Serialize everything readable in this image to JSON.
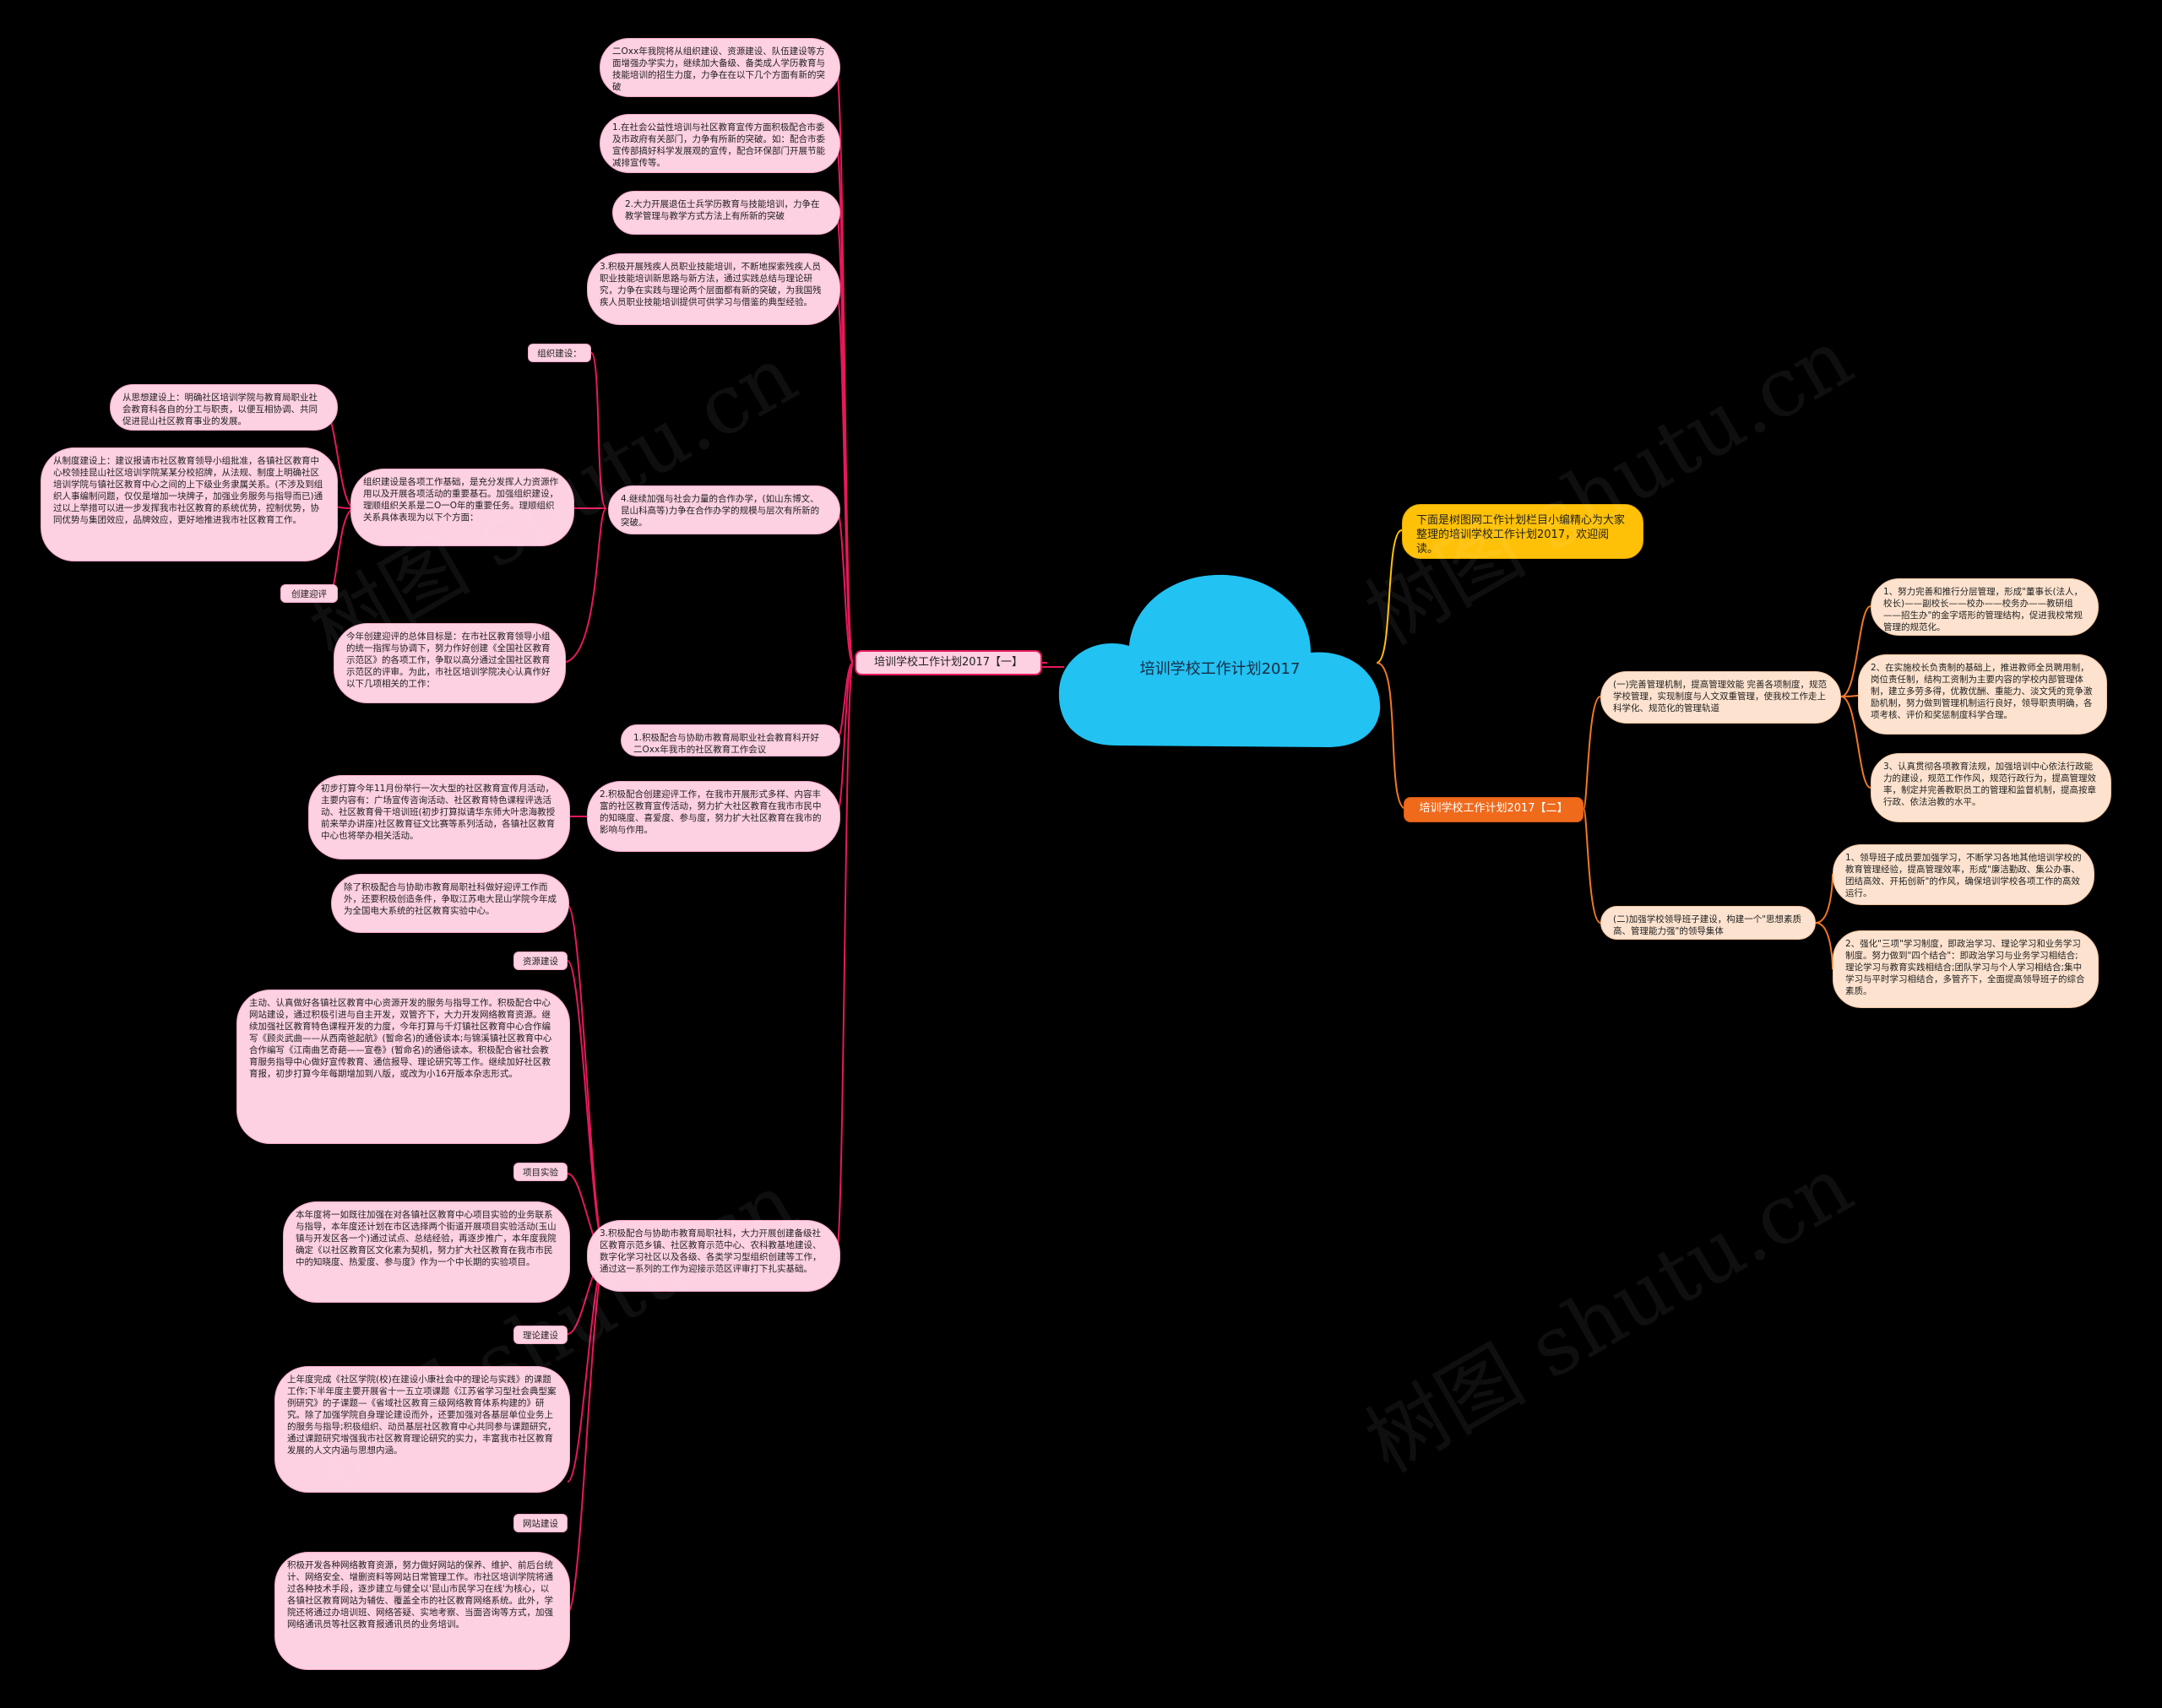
{
  "root": {
    "title": "培训学校工作计划2017"
  },
  "intro": "下面是树图网工作计划栏目小编精心为大家整理的培训学校工作计划2017，欢迎阅读。",
  "branch1": {
    "label": "培训学校工作计划2017【一】",
    "items": {
      "t0": "二Oxx年我院将从组织建设、资源建设、队伍建设等方面增强办学实力，继续加大备级、备类成人学历教育与技能培训的招生力度，力争在在以下几个方面有新的突破",
      "t1": "1.在社会公益性培训与社区教育宣传方面积极配合市委及市政府有关部门，力争有所新的突破。如：配合市委宣传部搞好科学发展观的宣传，配合环保部门开展节能减排宣传等。",
      "t2": "2.大力开展退伍士兵学历教育与技能培训，力争在教学管理与教学方式方法上有所新的突破",
      "t3": "3.积极开展残疾人员职业技能培训，不断地探索残疾人员职业技能培训新思路与新方法，通过实践总结与理论研究，力争在实践与理论两个层面都有新的突破，为我国残疾人员职业技能培训提供可供学习与借鉴的典型经验。",
      "t4": "4.继续加强与社会力量的合作办学，(如山东博文、昆山科高等)力争在合作办学的规模与层次有所新的突破。",
      "org_label": "组织建设：",
      "org_text": "组织建设是各项工作基础，是充分发挥人力资源作用以及开展各项活动的重要基石。加强组织建设，理顺组织关系是二O一O年的重要任务。理顺组织关系具体表现为以下个方面：",
      "org_a": "从思想建设上：明确社区培训学院与教育局职业社会教育科各自的分工与职责，以便互相协调、共同促进昆山社区教育事业的发展。",
      "org_b": "从制度建设上：建议报请市社区教育领导小组批准，各镇社区教育中心校领挂昆山社区培训学院某某分校招牌，从法规、制度上明确社区培训学院与镇社区教育中心之间的上下级业务隶属关系。(不涉及到组织人事编制问题，仅仅是增加一块牌子，加强业务服务与指导而已)通过以上举措可以进一步发挥我市社区教育的系统优势，控制优势，协同优势与集团效应，品牌效应，更好地推进我市社区教育工作。",
      "create_label": "创建迎评",
      "create_text": "今年创建迎评的总体目标是：在市社区教育领导小组的统一指挥与协调下，努力作好创建《全国社区教育示范区》的各项工作，争取以高分通过全国社区教育示范区的评审。为此，市社区培训学院决心认真作好以下几项相关的工作：",
      "c1": "1.积极配合与协助市教育局职业社会教育科开好二Oxx年我市的社区教育工作会议",
      "c2": "2.积极配合创建迎评工作，在我市开展形式多样、内容丰富的社区教育宣传活动，努力扩大社区教育在我市市民中的知晓度、喜爱度、参与度，努力扩大社区教育在我市的影响与作用。",
      "c2_sub": "初步打算今年11月份举行一次大型的社区教育宣传月活动，主要内容有：广场宣传咨询活动、社区教育特色课程评选活动、社区教育骨干培训班(初步打算拟请华东师大叶忠海教授前来举办讲座)社区教育征文比赛等系列活动，各镇社区教育中心也将举办相关活动。",
      "c3": "3.积极配合与协助市教育局职社科，大力开展创建备级社区教育示范乡镇、社区教育示范中心、农科教基地建设、数字化学习社区以及各级、各类学习型组织创建等工作，通过这一系列的工作为迎接示范区评审打下扎实基础。",
      "c3_top": "除了积极配合与协助市教育局职社科做好迎评工作而外，还要积极创造条件，争取江苏电大昆山学院今年成为全国电大系统的社区教育实验中心。",
      "res_label": "资源建设",
      "res_text": "主动、认真做好各镇社区教育中心资源开发的服务与指导工作。积极配合中心网站建设，通过积极引进与自主开发，双管齐下，大力开发网络教育资源。继续加强社区教育特色课程开发的力度，今年打算与千灯镇社区教育中心合作编写《顾炎武曲——从西南爸起航》(暂命名)的通俗读本;与锦溪镇社区教育中心合作编写《江南曲艺奇葩——宣卷》(暂命名)的通俗读本。积极配合省社会教育服务指导中心做好宣传教育、通信报导、理论研究等工作。继续加好社区教育报，初步打算今年每期增加到八版，或改为小16开版本杂志形式。",
      "proj_label": "项目实验",
      "proj_text": "本年度将一如既往加强在对各镇社区教育中心项目实验的业务联系与指导，本年度还计划在市区选择两个街道开展项目实验活动(玉山镇与开发区各一个)通过试点、总结经验，再逐步推广，本年度我院确定《以社区教育区文化素为契机，努力扩大社区教育在我市市民中的知晓度、热爱度、参与度》作为一个中长期的实验项目。",
      "theory_label": "理论建设",
      "theory_text": "上年度完成《社区学院(校)在建设小康社会中的理论与实践》的课题工作;下半年度主要开展省十一五立项课题《江苏省学习型社会典型案例研究》的子课题—《省域社区教育三级网络教育体系构建的》研究。除了加强学院自身理论建设而外，还要加强对各基层单位业务上的服务与指导;积极组织、动员基层社区教育中心共同参与课题研究，通过课题研究增强我市社区教育理论研究的实力，丰富我市社区教育发展的人文内涵与思想内涵。",
      "web_label": "网站建设",
      "web_text": "积极开发各种网络教育资源，努力做好网站的保养、维护、前后台统计、网络安全、增删资料等网站日常管理工作。市社区培训学院将通过各种技术手段，逐步建立与健全以'昆山市民学习在线'为核心，以各镇社区教育网站为辅佐、覆盖全市的社区教育网络系统。此外，学院还将通过办培训班、网络答疑、实地考察、当面咨询等方式，加强网络通讯员等社区教育报通讯员的业务培训。"
    }
  },
  "branch2": {
    "label": "培训学校工作计划2017【二】",
    "mid1": "(一)完善管理机制，提高管理效能 完善各项制度，规范学校管理，实现制度与人文双重管理，使我校工作走上科学化、规范化的管理轨道",
    "mid2": "(二)加强学校领导班子建设，构建一个\"思想素质高、管理能力强\"的领导集体",
    "r1": "1、努力完善和推行分层管理，形成\"董事长(法人，校长)——副校长——校办——校务办——教研组——招生办\"的金字塔形的管理结构，促进我校常规管理的规范化。",
    "r2": "2、在实施校长负责制的基础上，推进教师全员聘用制，岗位责任制，结构工资制为主要内容的学校内部管理体制，建立多劳多得，优教优酬、重能力、淡文凭的竞争激励机制，努力做到管理机制运行良好，领导职责明确，各项考核、评价和奖惩制度科学合理。",
    "r3": "3、认真贯彻各项教育法规，加强培训中心依法行政能力的建设，规范工作作风，规范行政行为，提高管理效率，制定并完善教职员工的管理和监督机制，提高按章行政、依法治教的水平。",
    "r4": "1、领导班子成员要加强学习，不断学习各地其他培训学校的教育管理经验，提高管理效率，形成\"廉洁勤政、集公办事、团结高效、开拓创新\"的作风，确保培训学校各项工作的高效运行。",
    "r5": "2、强化\"三项\"学习制度，即政治学习、理论学习和业务学习制度。努力做到\"四个结合\"：即政治学习与业务学习相结合;理论学习与教育实践相结合;团队学习与个人学习相结合;集中学习与平时学习相结合，多管齐下，全面提高领导班子的综合素质。"
  },
  "watermark": "树图 shutu.cn",
  "colors": {
    "background": "#000000",
    "cloud": "#22c2f2",
    "branch1_line": "#e6195a",
    "branch2_line": "#f07828",
    "intro_line": "#ffc107",
    "node_pink": "#fdd0e2",
    "node_peach": "#fde3cf"
  }
}
